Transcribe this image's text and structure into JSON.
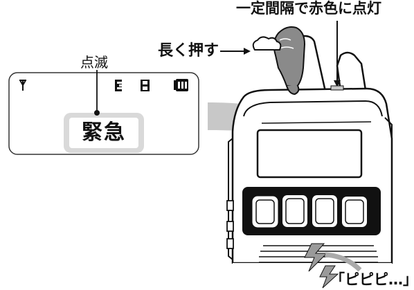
{
  "annotations": {
    "led_label": "一定間隔で赤色に点灯",
    "press_label": "長く押す",
    "blink_label": "点滅",
    "beep_label": "「ピピピ…」"
  },
  "display": {
    "emergency_text": "緊急",
    "icons": [
      "antenna-icon",
      "e-mark-icon",
      "h-mark-icon",
      "battery-icon"
    ]
  }
}
